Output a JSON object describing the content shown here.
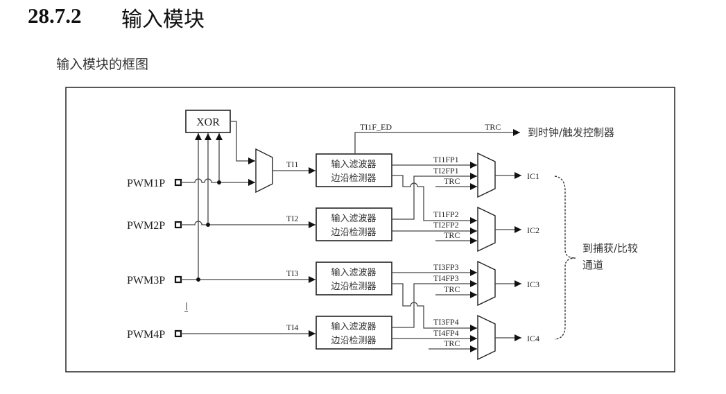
{
  "heading": {
    "number": "28.7.2",
    "title": "输入模块"
  },
  "caption": "输入模块的框图",
  "diagram": {
    "xor_label": "XOR",
    "inputs": [
      "PWM1P",
      "PWM2P",
      "PWM3P",
      "PWM4P"
    ],
    "ti_labels": [
      "TI1",
      "TI2",
      "TI3",
      "TI4"
    ],
    "filter_line1": "输入滤波器",
    "filter_line2": "边沿检测器",
    "ti1f_ed_label": "TI1F_ED",
    "trc_label": "TRC",
    "to_clock_trigger": "到时钟/触发控制器",
    "mux_inputs": [
      [
        "TI1FP1",
        "TI2FP1",
        "TRC"
      ],
      [
        "TI1FP2",
        "TI2FP2",
        "TRC"
      ],
      [
        "TI3FP3",
        "TI4FP3",
        "TRC"
      ],
      [
        "TI3FP4",
        "TI4FP4",
        "TRC"
      ]
    ],
    "outputs": [
      "IC1",
      "IC2",
      "IC3",
      "IC4"
    ],
    "to_capture_line1": "到捕获/比较",
    "to_capture_line2": "通道"
  }
}
